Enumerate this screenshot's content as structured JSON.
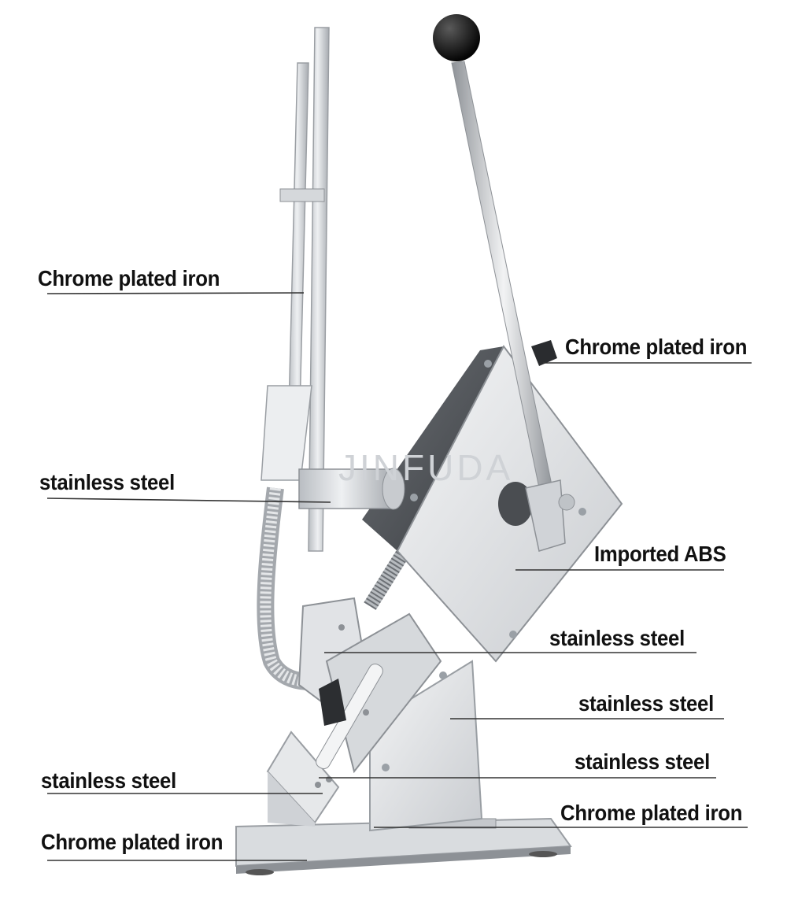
{
  "watermark": "JINFUDA",
  "callouts": [
    {
      "id": "left-1",
      "text": "Chrome plated iron"
    },
    {
      "id": "right-1",
      "text": "Chrome plated iron"
    },
    {
      "id": "left-2",
      "text": "stainless steel"
    },
    {
      "id": "right-2",
      "text": "Imported ABS"
    },
    {
      "id": "right-3",
      "text": "stainless steel"
    },
    {
      "id": "right-4",
      "text": "stainless steel"
    },
    {
      "id": "right-5",
      "text": "stainless steel"
    },
    {
      "id": "left-3",
      "text": "stainless steel"
    },
    {
      "id": "right-6",
      "text": "Chrome plated iron"
    },
    {
      "id": "left-4",
      "text": "Chrome plated iron"
    }
  ]
}
